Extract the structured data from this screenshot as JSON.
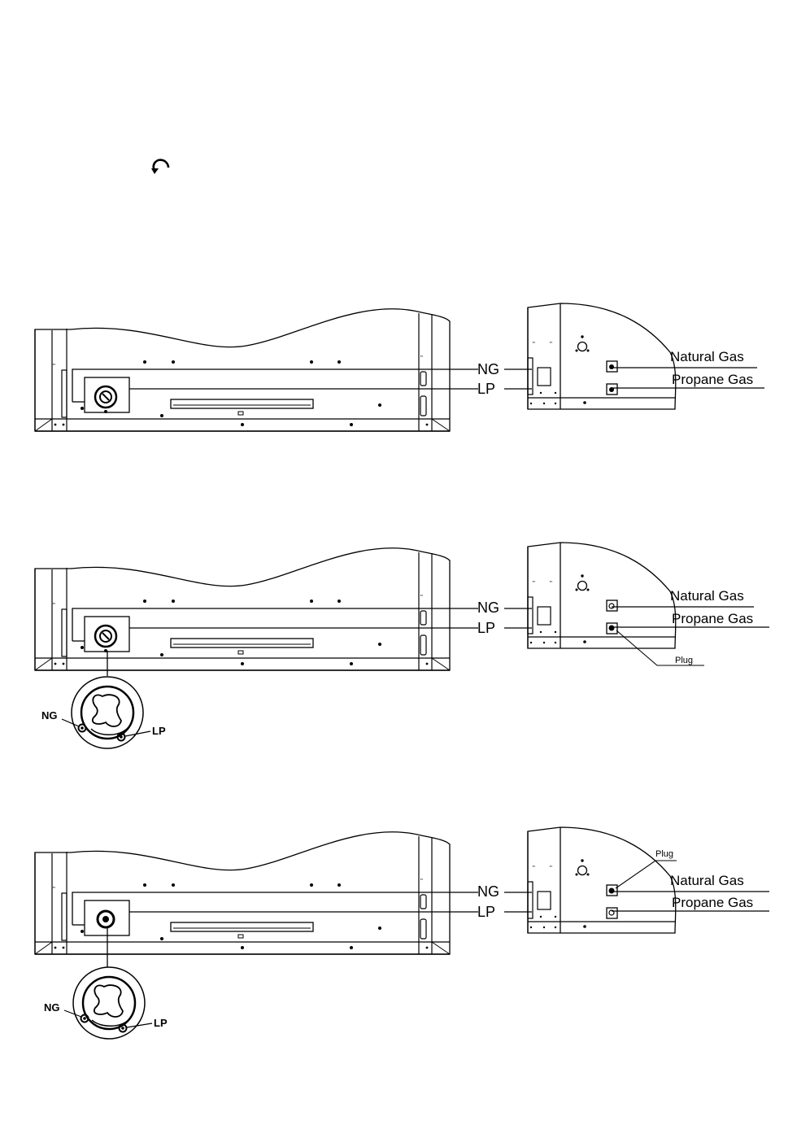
{
  "diagrams": [
    {
      "ng_label": "NG",
      "lp_label": "LP",
      "natural_gas_label": "Natural Gas",
      "propane_gas_label": "Propane Gas"
    },
    {
      "ng_label": "NG",
      "lp_label": "LP",
      "natural_gas_label": "Natural Gas",
      "propane_gas_label": "Propane Gas",
      "plug_label": "Plug",
      "detail_ng_label": "NG",
      "detail_lp_label": "LP"
    },
    {
      "ng_label": "NG",
      "lp_label": "LP",
      "natural_gas_label": "Natural Gas",
      "propane_gas_label": "Propane Gas",
      "plug_label": "Plug",
      "detail_ng_label": "NG",
      "detail_lp_label": "LP"
    }
  ],
  "icons": {
    "rotate": "counterclockwise-arrow-icon"
  },
  "colors": {
    "line": "#000000",
    "background": "#ffffff"
  }
}
